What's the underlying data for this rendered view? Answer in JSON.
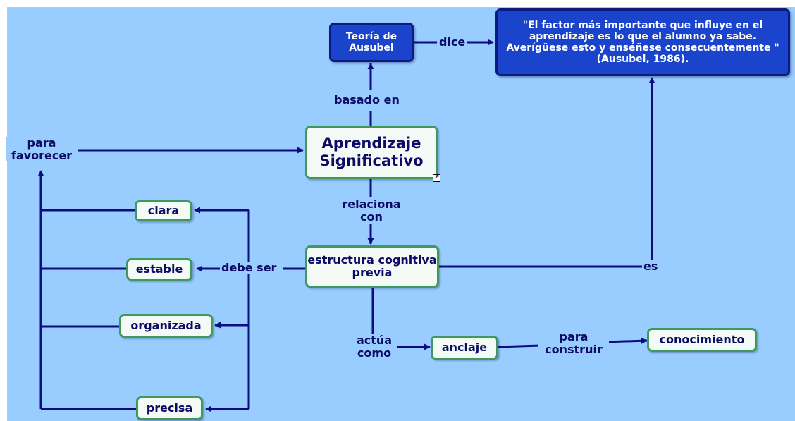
{
  "colors": {
    "canvas": "#99ccff",
    "line": "#0c0c80",
    "green_border": "#3e9a5c",
    "blue_fill": "#1a44cc"
  },
  "nodes": {
    "main_concept": "Aprendizaje Significativo",
    "theory": "Teoría de Ausubel",
    "quote": "\"El factor más importante que influye en el aprendizaje  es lo que el alumno ya sabe. Averígüese esto y enséñese consecuentemente \" (Ausubel, 1986).",
    "prior_structure": "estructura cognitiva previa",
    "clear": "clara",
    "stable": "estable",
    "organized": "organizada",
    "precise": "precisa",
    "anchor": "anclaje",
    "knowledge": "conocimiento"
  },
  "links": {
    "based_on": "basado en",
    "says": "dice",
    "relates_with": "relaciona con",
    "must_be": "debe ser",
    "is": "es",
    "acts_as": "actúa como",
    "to_build": "para construir",
    "to_favor": "para favorecer"
  },
  "icons": {
    "resource_link": "link-arrow-icon"
  }
}
